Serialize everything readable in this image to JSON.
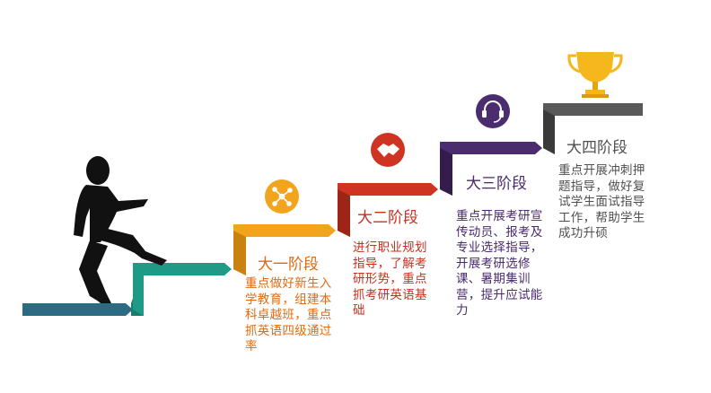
{
  "colors": {
    "base_step": "#2d6b82",
    "step1_green": "#1f9a86",
    "step2_orange": "#f2a51c",
    "step3_red": "#cf3423",
    "step4_purple": "#4b2c6f",
    "step5_gray": "#595959",
    "trophy_gold": "#f5b71b"
  },
  "icons": {
    "stage1": "share-network-icon",
    "stage2": "handshake-icon",
    "stage3": "headset-icon",
    "stage4": "trophy-icon"
  },
  "stages": [
    {
      "title": "大一阶段",
      "description": "重点做好新生入\n学教育，组建本\n科卓越班，重点\n抓英语四级通过\n率"
    },
    {
      "title": "大二阶段",
      "description": "进行职业规划\n指导，了解考\n研形势，重点\n抓考研英语基\n础"
    },
    {
      "title": "大三阶段",
      "description": "重点开展考研宣\n传动员、报考及\n专业选择指导，\n开展考研选修\n课、暑期集训\n营，提升应试能\n力"
    },
    {
      "title": "大四阶段",
      "description": "重点开展冲刺押\n题指导，做好复\n试学生面试指导\n工作，帮助学生\n成功升硕"
    }
  ]
}
